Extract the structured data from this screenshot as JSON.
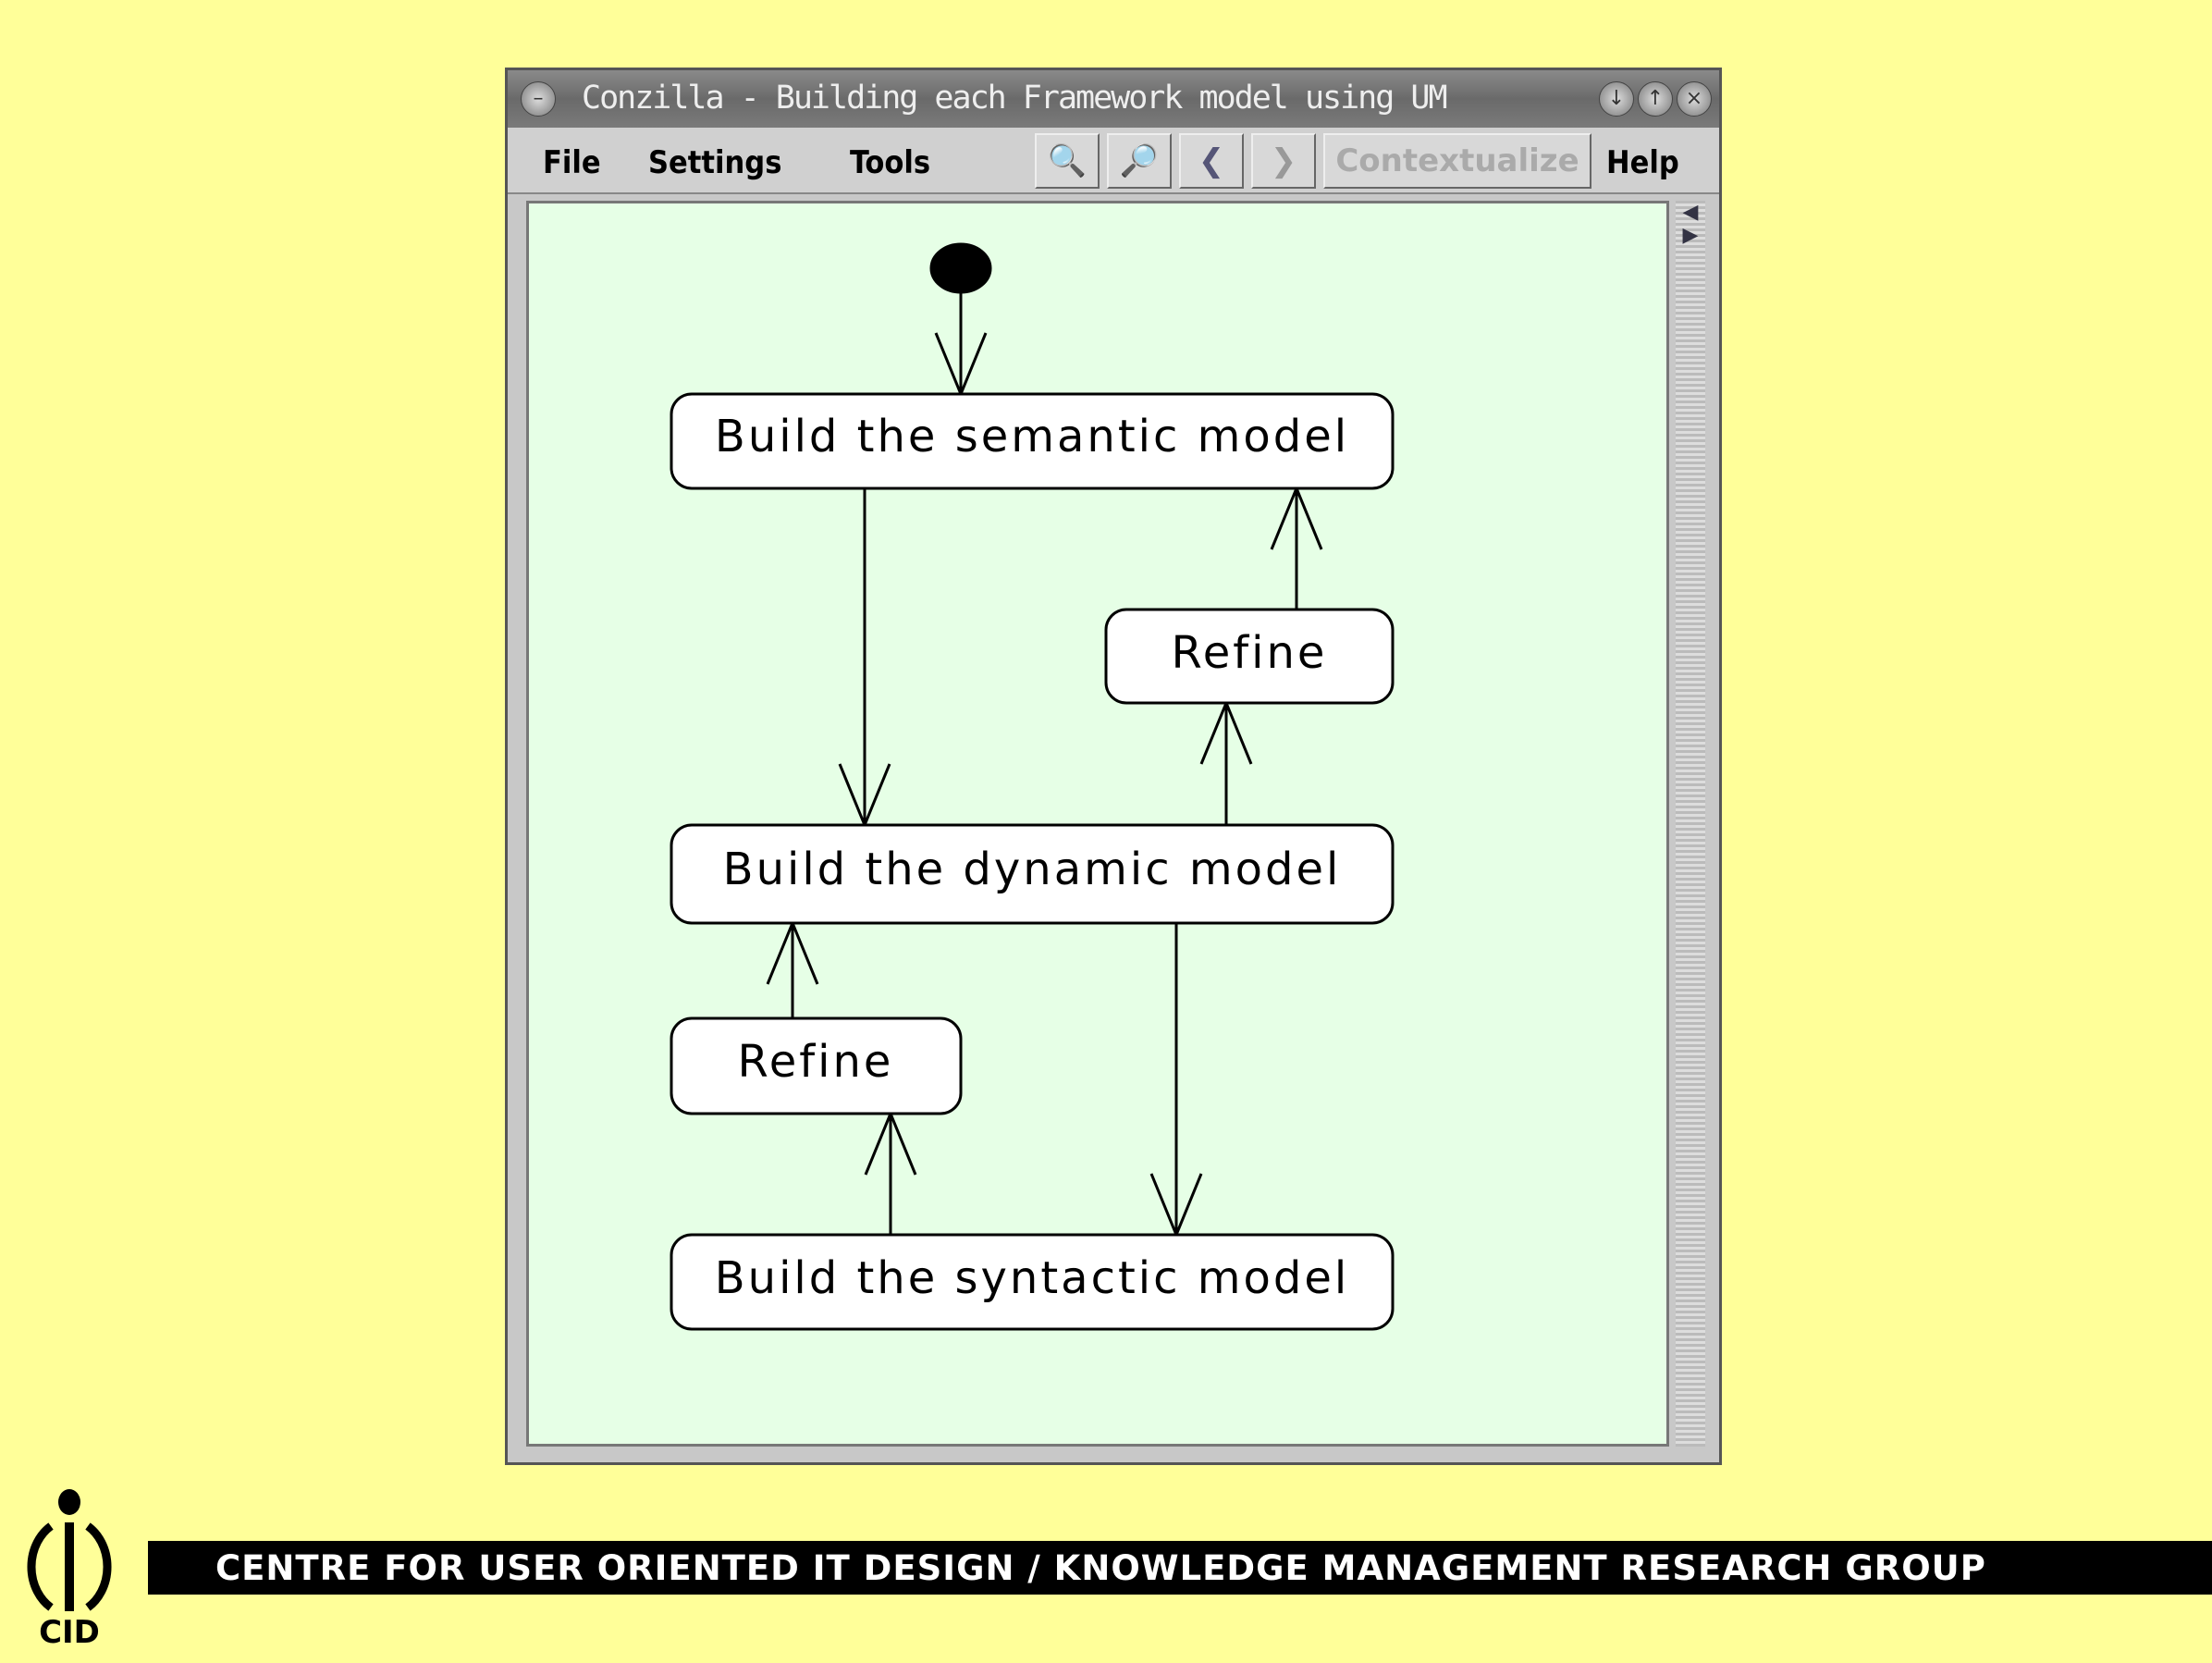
{
  "window": {
    "title": "Conzilla - Building each Framework model using UM"
  },
  "menu": {
    "file": "File",
    "settings": "Settings",
    "tools": "Tools",
    "contextualize": "Contextualize",
    "help": "Help"
  },
  "diagram": {
    "nodes": {
      "semantic": "Build the semantic model",
      "refine_top": "Refine",
      "dynamic": "Build the dynamic model",
      "refine_bottom": "Refine",
      "syntactic": "Build the syntactic model"
    }
  },
  "footer": {
    "text": "CENTRE FOR USER ORIENTED IT DESIGN  /  KNOWLEDGE MANAGEMENT RESEARCH GROUP",
    "logo_text": "CID"
  }
}
